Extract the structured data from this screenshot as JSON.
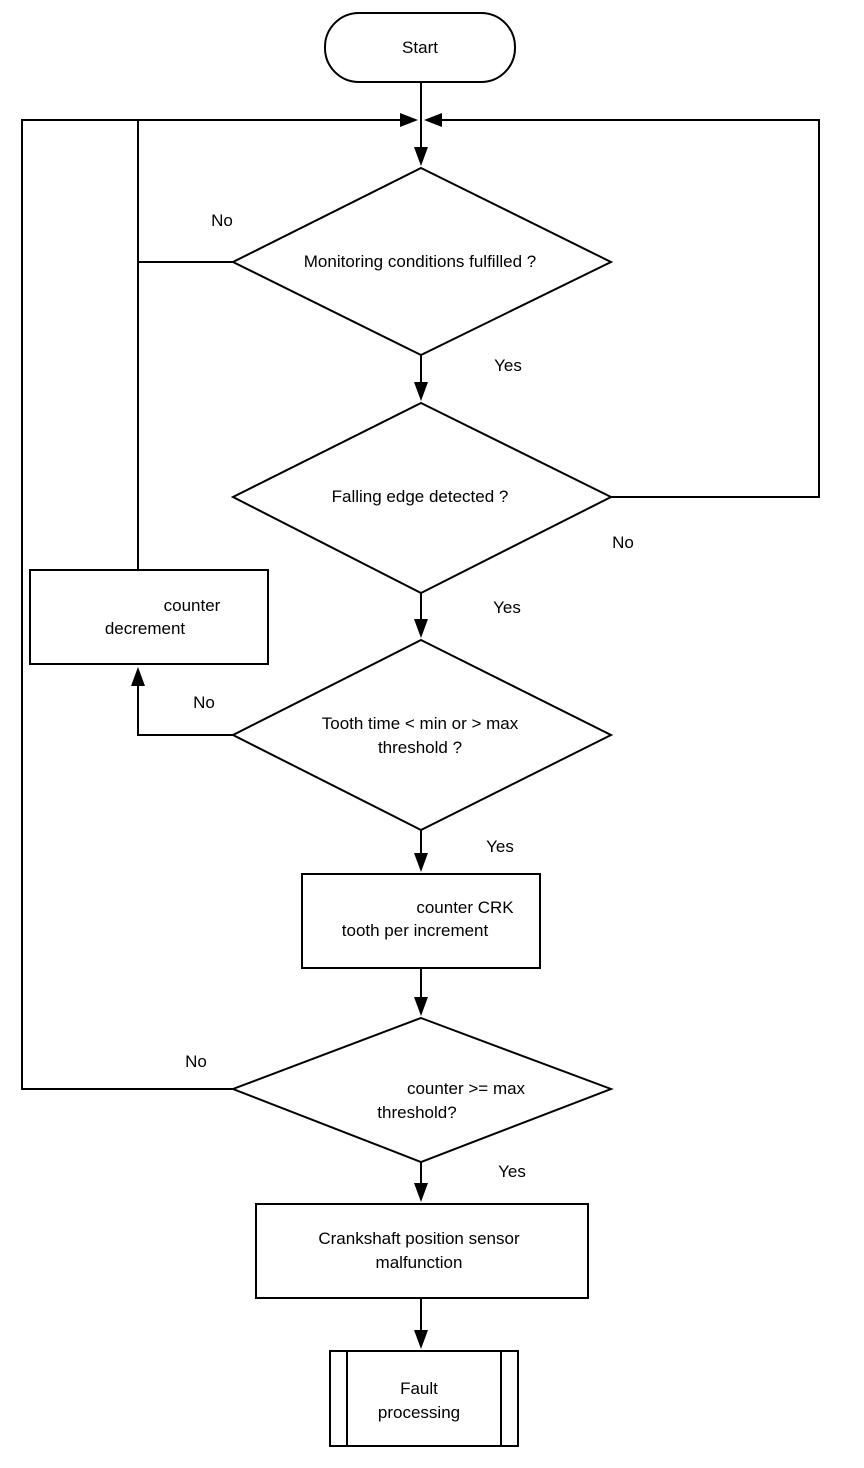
{
  "nodes": {
    "start": {
      "label": "Start"
    },
    "monitoring": {
      "label": "Monitoring conditions fulfilled ?"
    },
    "falling_edge": {
      "label": "Falling edge detected ?"
    },
    "tooth_time": {
      "line1": "Tooth time < min or > max",
      "line2": "threshold ?"
    },
    "decrement": {
      "line1": "counter",
      "line2": "decrement"
    },
    "increment": {
      "line1": "counter CRK",
      "line2": "tooth per increment"
    },
    "counter_check": {
      "line1": "counter >= max",
      "line2": "threshold?"
    },
    "malfunction": {
      "line1": "Crankshaft position sensor",
      "line2": "malfunction"
    },
    "fault": {
      "line1": "Fault",
      "line2": "processing"
    }
  },
  "edges": {
    "monitoring_no": "No",
    "monitoring_yes": "Yes",
    "falling_no": "No",
    "falling_yes": "Yes",
    "tooth_no": "No",
    "tooth_yes": "Yes",
    "counter_no": "No",
    "counter_yes": "Yes"
  }
}
